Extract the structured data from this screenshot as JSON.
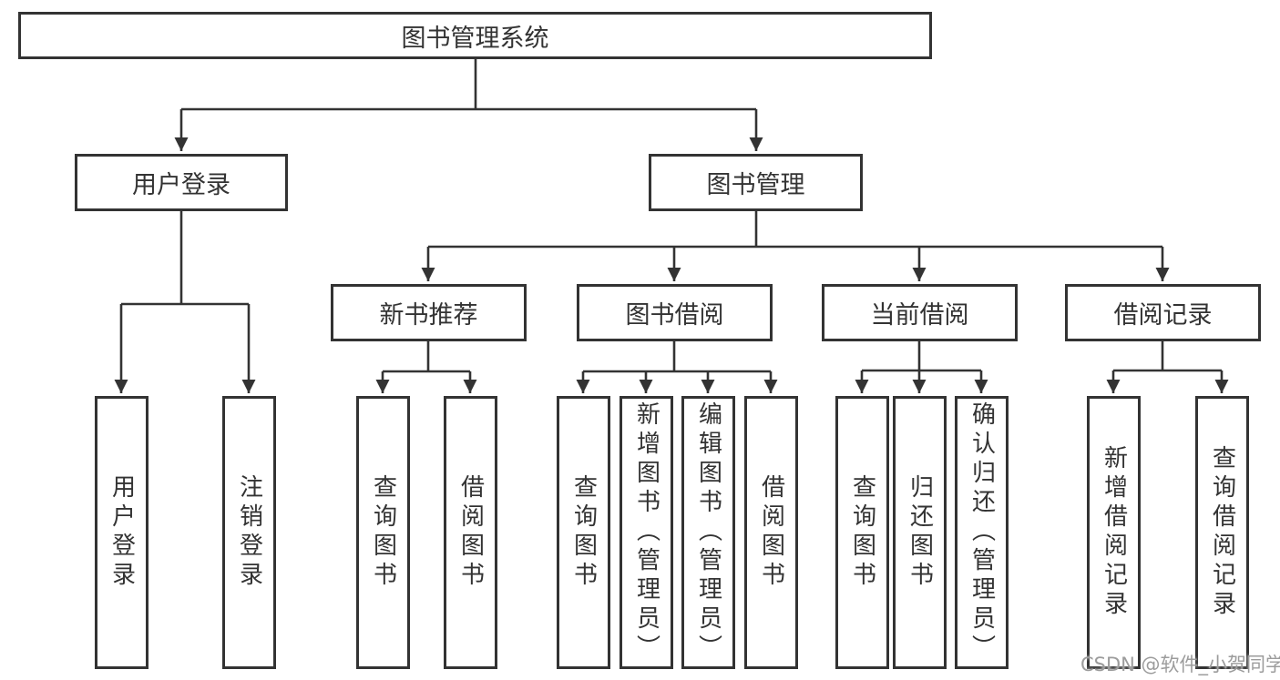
{
  "diagram": {
    "type": "tree",
    "background": "#ffffff",
    "line_color": "#333333",
    "text_color": "#333333",
    "root": {
      "label": "图书管理系统"
    },
    "level2": [
      {
        "label": "用户登录",
        "parent": "图书管理系统"
      },
      {
        "label": "图书管理",
        "parent": "图书管理系统"
      }
    ],
    "level3": [
      {
        "label": "新书推荐",
        "parent": "图书管理"
      },
      {
        "label": "图书借阅",
        "parent": "图书管理"
      },
      {
        "label": "当前借阅",
        "parent": "图书管理"
      },
      {
        "label": "借阅记录",
        "parent": "图书管理"
      }
    ],
    "leaves": [
      {
        "label": "用户登录",
        "parent": "用户登录"
      },
      {
        "label": "注销登录",
        "parent": "用户登录"
      },
      {
        "label": "查询图书",
        "parent": "新书推荐"
      },
      {
        "label": "借阅图书",
        "parent": "新书推荐"
      },
      {
        "label": "查询图书",
        "parent": "图书借阅"
      },
      {
        "label": "新增图书（管理员）",
        "parent": "图书借阅"
      },
      {
        "label": "编辑图书（管理员）",
        "parent": "图书借阅"
      },
      {
        "label": "借阅图书",
        "parent": "图书借阅"
      },
      {
        "label": "查询图书",
        "parent": "当前借阅"
      },
      {
        "label": "归还图书",
        "parent": "当前借阅"
      },
      {
        "label": "确认归还（管理员）",
        "parent": "当前借阅"
      },
      {
        "label": "新增借阅记录",
        "parent": "借阅记录"
      },
      {
        "label": "查询借阅记录",
        "parent": "借阅记录"
      }
    ],
    "watermark": {
      "text": "CSDN @软件_小贺同学",
      "color": "#9c9c9c"
    }
  }
}
